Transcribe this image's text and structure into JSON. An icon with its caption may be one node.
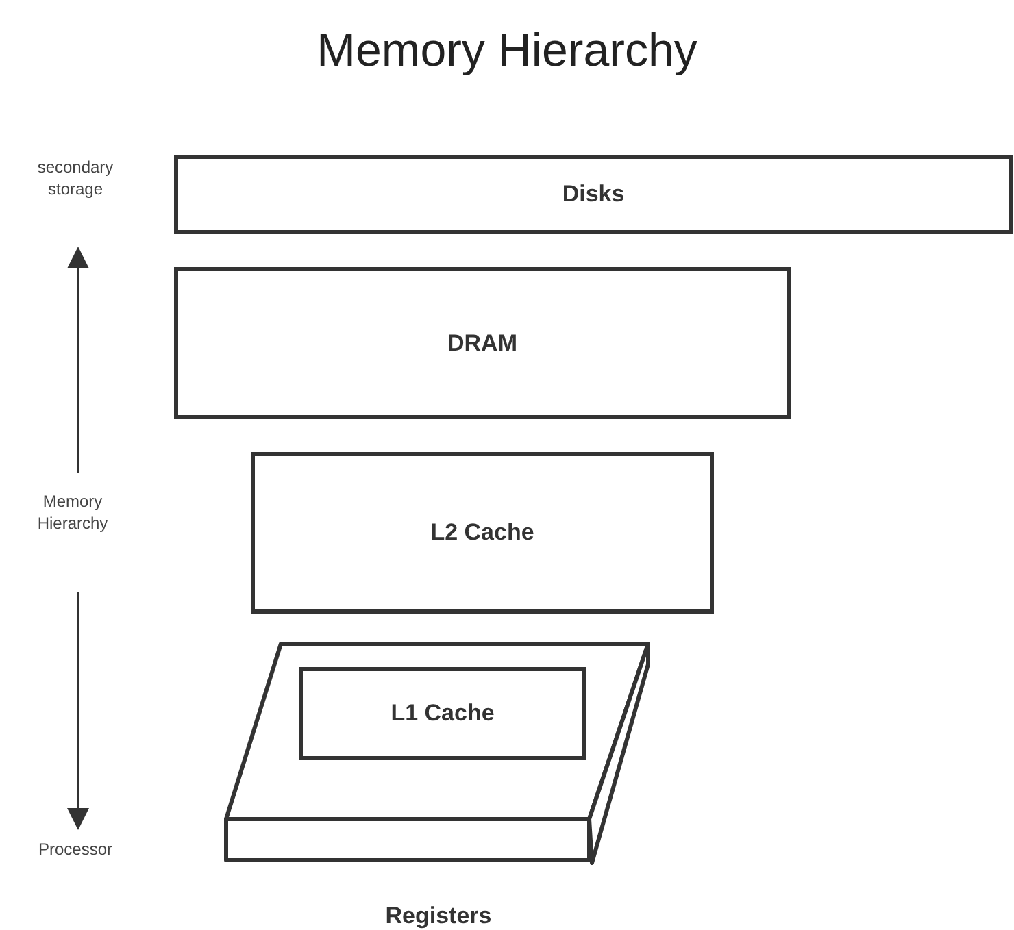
{
  "diagram": {
    "title": "Memory Hierarchy",
    "nodes": [
      {
        "text": [
          "Disks"
        ]
      },
      {
        "text": [
          "DRAM"
        ]
      },
      {
        "text": [
          "L2 Cache"
        ]
      },
      {
        "text": [
          "Registers"
        ]
      },
      {
        "text": [
          "L1 Cache"
        ],
        "in": 3
      }
    ],
    "labels": [
      "secondary storage",
      "Memory Hierarchy",
      "Processor"
    ]
  }
}
